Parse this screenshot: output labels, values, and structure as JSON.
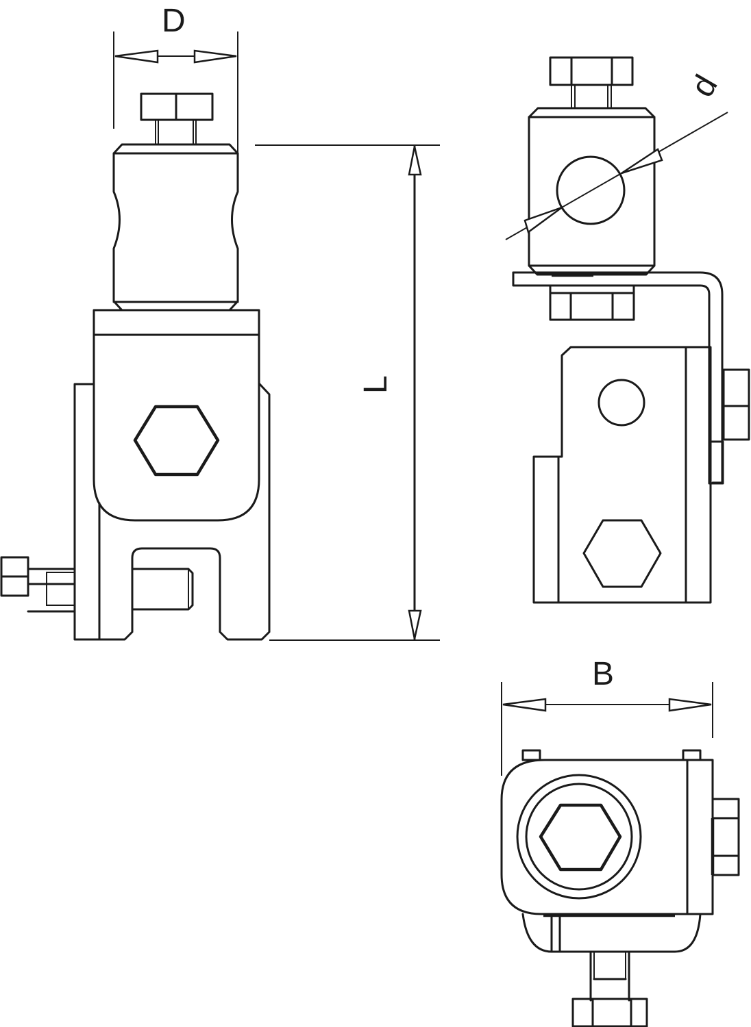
{
  "drawing": {
    "type": "technical-orthographic-drawing",
    "views": [
      {
        "name": "front-view",
        "description": "Front view of clamp with hex socket bolt and clamping screw"
      },
      {
        "name": "side-view",
        "description": "Side view with bent bracket, round hole and hex nut"
      },
      {
        "name": "top-view",
        "description": "Top view with hex socket in round recess"
      }
    ],
    "line_color": "#1a1a1a",
    "background": "#ffffff"
  },
  "dimensions": {
    "D": {
      "label": "D",
      "meaning": "clamp body diameter"
    },
    "L": {
      "label": "L",
      "meaning": "overall length"
    },
    "d": {
      "label": "d",
      "meaning": "bore diameter"
    },
    "B": {
      "label": "B",
      "meaning": "overall width"
    }
  }
}
